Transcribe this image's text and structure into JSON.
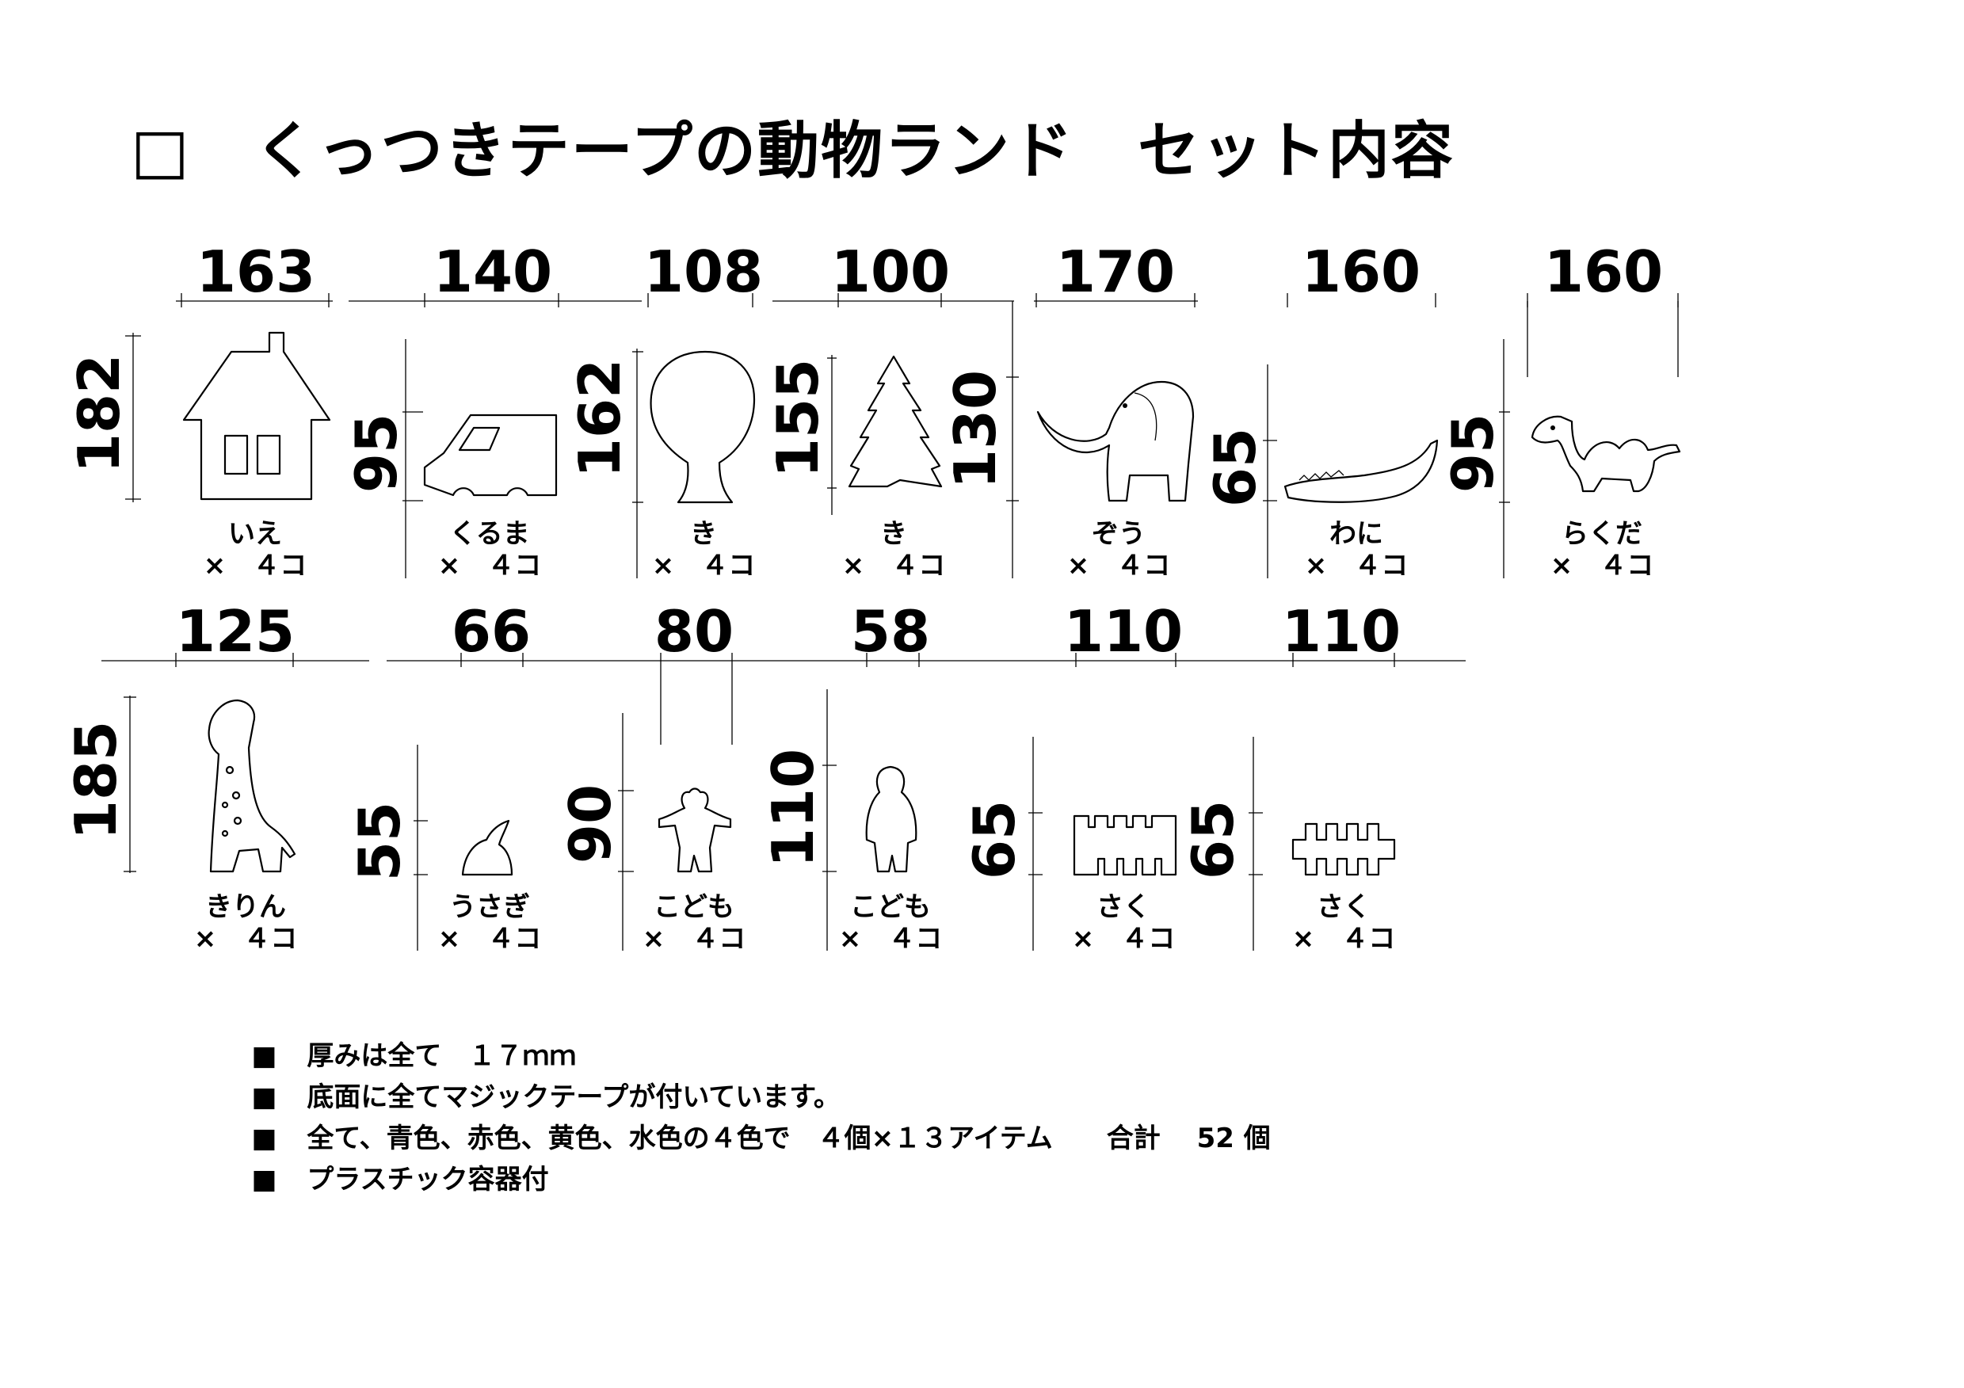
{
  "title": "□　くっつきテープの動物ランド　セット内容",
  "items": [
    {
      "name": "いえ",
      "qty": "×　４コ",
      "width": "163",
      "height": "182"
    },
    {
      "name": "くるま",
      "qty": "×　４コ",
      "width": "140",
      "height": "95"
    },
    {
      "name": "き",
      "qty": "×　４コ",
      "width": "108",
      "height": "162"
    },
    {
      "name": "き",
      "qty": "×　４コ",
      "width": "100",
      "height": "155"
    },
    {
      "name": "ぞう",
      "qty": "×　４コ",
      "width": "170",
      "height": "130"
    },
    {
      "name": "わに",
      "qty": "×　４コ",
      "width": "160",
      "height": "65"
    },
    {
      "name": "らくだ",
      "qty": "×　４コ",
      "width": "160",
      "height": "95"
    },
    {
      "name": "きりん",
      "qty": "×　４コ",
      "width": "125",
      "height": "185"
    },
    {
      "name": "うさぎ",
      "qty": "×　４コ",
      "width": "66",
      "height": "55"
    },
    {
      "name": "こども",
      "qty": "×　４コ",
      "width": "80",
      "height": "90"
    },
    {
      "name": "こども",
      "qty": "×　４コ",
      "width": "58",
      "height": "110"
    },
    {
      "name": "さく",
      "qty": "×　４コ",
      "width": "110",
      "height": "65"
    },
    {
      "name": "さく",
      "qty": "×　４コ",
      "width": "110",
      "height": "65"
    }
  ],
  "notes": [
    {
      "bullet": "■",
      "text": "厚みは全て　１７ｍｍ"
    },
    {
      "bullet": "■",
      "text": "底面に全てマジックテープが付いています。"
    },
    {
      "bullet": "■",
      "text": "全て、青色、赤色、黄色、水色の４色で　４個×１３アイテム　　合計　 52 個"
    },
    {
      "bullet": "■",
      "text": "プラスチック容器付"
    }
  ]
}
